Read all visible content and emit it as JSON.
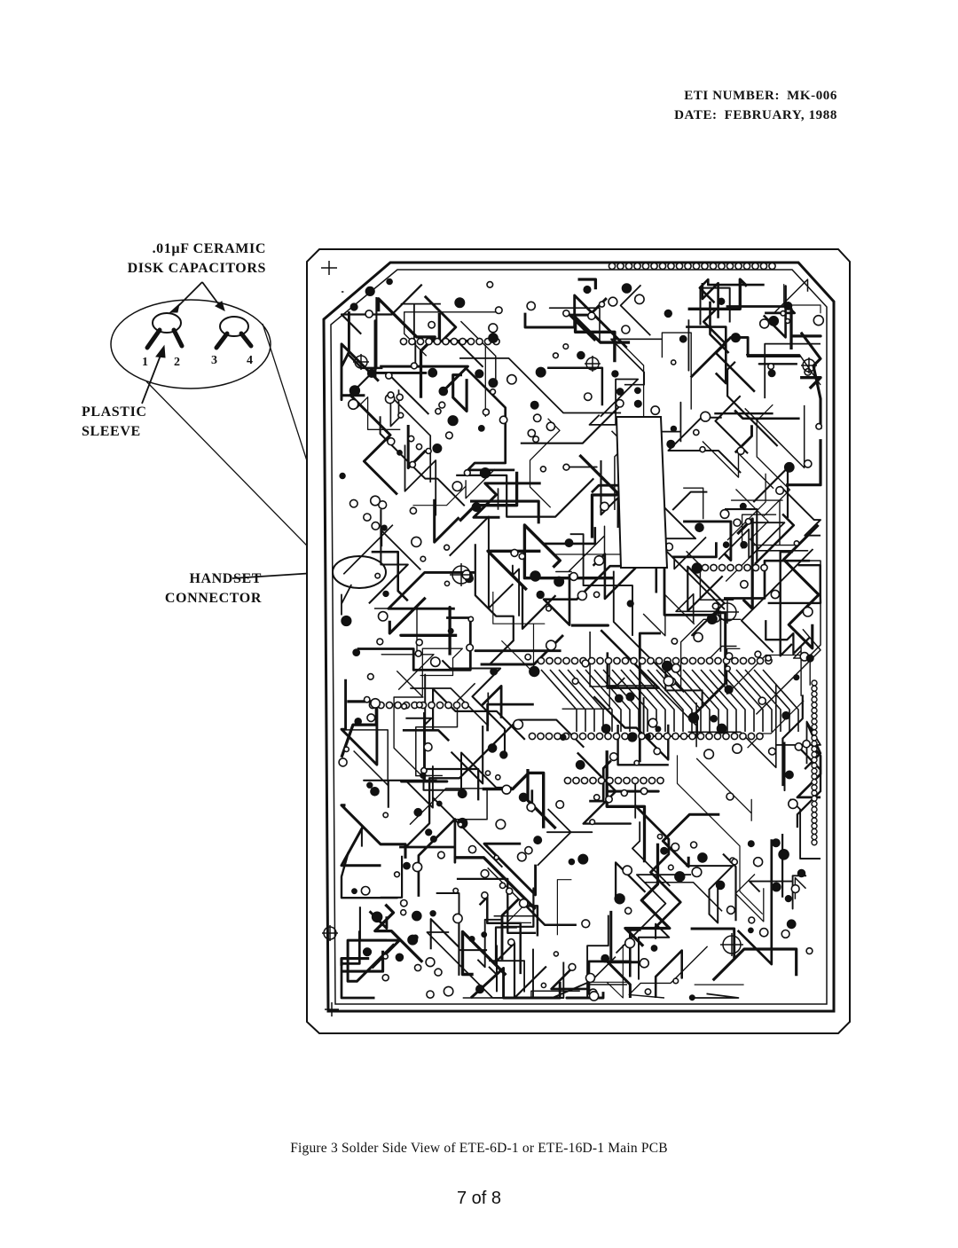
{
  "header": {
    "eti_label": "ETI NUMBER:",
    "eti_value": "MK-006",
    "date_label": "DATE:",
    "date_value": "FEBRUARY, 1988"
  },
  "callouts": {
    "capacitors_line1": ".01µF CERAMIC",
    "capacitors_line2": "DISK CAPACITORS",
    "sleeve_line1": "PLASTIC",
    "sleeve_line2": "SLEEVE",
    "handset_line1": "HANDSET",
    "handset_line2": "CONNECTOR",
    "pins": [
      "1",
      "2",
      "3",
      "4"
    ]
  },
  "caption": "Figure 3 Solder Side View of ETE-6D-1 or ETE-16D-1 Main PCB",
  "page_number": "7 of 8"
}
